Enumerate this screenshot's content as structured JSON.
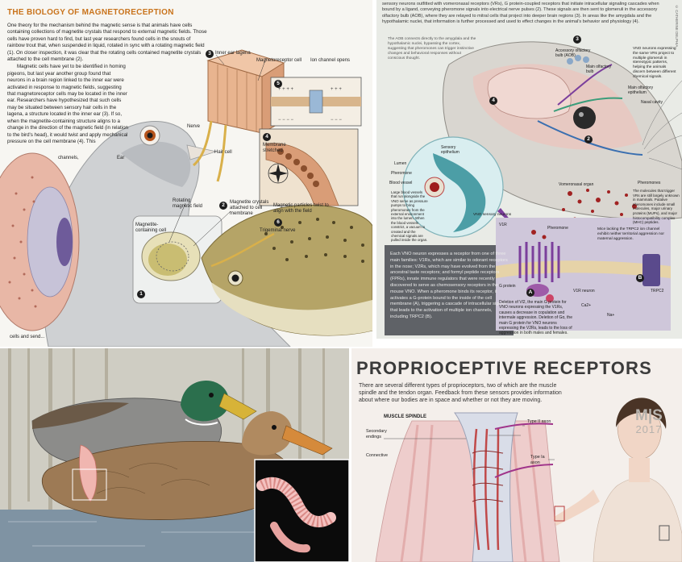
{
  "magneto": {
    "title": "THE BIOLOGY OF MAGNETORECEPTION",
    "para1": "One theory for the mechanism behind the magnetic sense is that animals have cells containing collections of magnetite crystals that respond to external magnetic fields. Those cells have proven hard to find, but last year researchers found cells in the snouts of rainbow trout that, when suspended in liquid, rotated in sync with a rotating magnetic field (1). On closer inspection, it was clear that the rotating cells contained magnetite crystals attached to the cell membrane (2).",
    "para2": "Magnetic cells have yet to be identified in homing pigeons, but last year another group found that neurons in a brain region linked to the inner ear were activated in response to magnetic fields, suggesting that magnetoreceptor cells may be located in the inner ear. Researchers have hypothesized that such cells may be situated between sensory hair cells in the lagena, a structure located in the inner ear (3). If so, when the magnetite-containing structure aligns to a change in the direction of the magnetic field (in relation to the bird's head), it would twist and apply mechanical pressure on the cell membrane (4). This",
    "para2_tail": [
      "channels,",
      "cells and send..."
    ],
    "labels": {
      "inner_ear_lagena": "Inner ear lagena",
      "magnetoreceptor_cell": "Magnetoreceptor cell",
      "ion_channel_opens": "Ion channel opens",
      "nerve": "Nerve",
      "hair_cell": "Hair cell",
      "ear": "Ear",
      "membrane_stretched": "Membrane stretched",
      "rotating_field": "Rotating magnetic field",
      "magnetite_crystals": "Magnetite crystals attached to cell membrane",
      "magnetite_cell": "Magnetite-containing cell",
      "particles_twist": "Magnetic particles twist to align with the field",
      "trigeminal": "Trigeminal nerve"
    },
    "numbers": [
      "1",
      "2",
      "3",
      "4",
      "5",
      "6"
    ]
  },
  "vno": {
    "top_text": "sensory neurons outfitted with vomeronasal receptors (VRs), G protein-coupled receptors that initiate intracellular signaling cascades when bound by a ligand, conveying pheromone signals into electrical nerve pulses (2). These signals are then sent to glomeruli in the accessory olfactory bulb (AOB), where they are relayed to mitral cells that project into deeper brain regions (3). In areas like the amygdala and the hypothalamic nuclei, that information is further processed and used to effect changes in the animal's behavior and physiology (4).",
    "aob_text": "The AOB connects directly to the amygdala and the hypothalamic nuclei, bypassing the cortex, suggesting that pheromones can trigger instinctive changes and behavioral responses without conscious thought.",
    "labels": {
      "aob": "Accessory olfactory bulb (AOB)",
      "mob": "Main olfactory bulb",
      "moe": "Main olfactory epithelium",
      "nasal": "Nasal cavity",
      "vno_note": "VNO neurons expressing the same VRs project to multiple glomeruli in stereotypic patterns, helping the animals discern between different chemical signals.",
      "sensory_epi": "Sensory epithelium",
      "lumen": "Lumen",
      "pheromone": "Pheromone",
      "blood_vessel": "Blood vessel",
      "large_vessels": "Large blood vessels that run alongside the VNO serve as pressure pumps to bring pheromones from the external environment into the lumen. When the blood vessels constrict, a vacuum is created and the chemical signals are pulled inside the organ.",
      "vno_sensory": "VNO sensory neurons",
      "vomeronasal": "Vomeronasal organ",
      "pheromones": "Pheromones",
      "molecule_note": "The molecules that trigger VRs are still largely unknown in mammals. Putative pheromones include small molecules, major urinary proteins (MUPs), and major histocompatibility complex (MHC) peptides.",
      "v1r": "V1R",
      "g_protein": "G protein",
      "v1r_neuron": "V1R neuron",
      "trpc2": "TRPC2",
      "ca": "Ca2+",
      "na": "Na+",
      "mice_note": "Mice lacking the TRPC2 ion channel exhibit neither territorial aggression nor maternal aggression.",
      "deletion_note": "Deletion of Vl2, the main G protein for VNO neurons expressing the V1Rs, causes a decrease in copulation and intermale aggression. Deletion of Gα, the main G protein for VNO neurons expressing the V2Rs, leads to the loss of aggression in both males and females."
    },
    "dark_text": "Each VNO neuron expresses a receptor from one of three main families: V1Rs, which are similar to odorant receptors in the nose; V2Rs, which may have evolved from the ancestral taste receptors; and formyl peptide receptors (FPRs), innate immune regulators that were recently discovered to serve as chemosensory receptors in the mouse VNO. When a pheromone binds its receptor, it activates a G-protein bound to the inside of the cell membrane (A), triggering a cascade of intracellular signals that leads to the activation of multiple ion channels, including TRPC2 (B).",
    "credit": "© CATHERINE DELPHIA",
    "numbers": [
      "2",
      "3",
      "4",
      "A",
      "B"
    ]
  },
  "proprio": {
    "title": "PROPRIOCEPTIVE RECEPTORS",
    "intro": "There are several different types of proprioceptors, two of which are the muscle spindle and the tendon organ. Feedback from these sensors provides information about where our bodies are in space and whether or not they are moving.",
    "labels": {
      "spindle": "MUSCLE SPINDLE",
      "secondary": "Secondary endings",
      "type2": "Type II axon",
      "type1a": "Type Ia axon",
      "connective": "Connective"
    },
    "sig": "M|S",
    "year": "2017"
  }
}
